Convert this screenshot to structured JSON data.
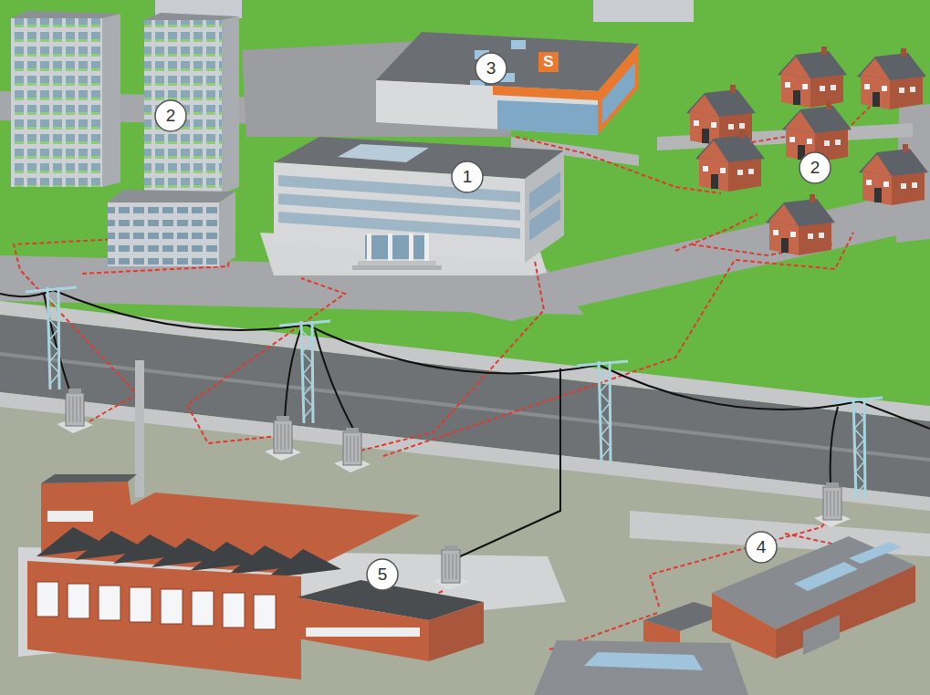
{
  "diagram": {
    "labels": [
      "3",
      "S",
      "2",
      "1",
      "2",
      "4",
      "5"
    ]
  }
}
